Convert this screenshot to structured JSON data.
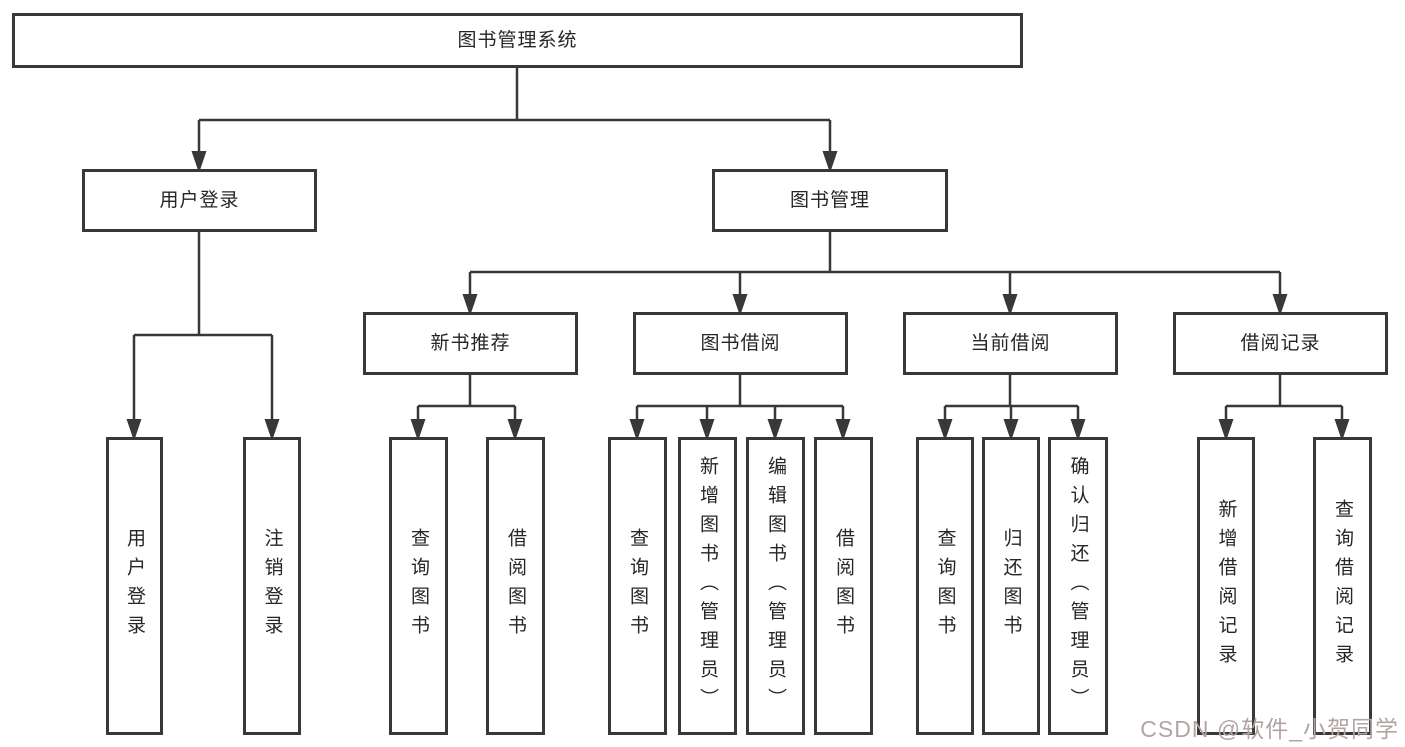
{
  "tree": {
    "root": {
      "label": "图书管理系统"
    },
    "branches": [
      {
        "label": "用户登录",
        "children": [
          {
            "label": "用户登录"
          },
          {
            "label": "注销登录"
          }
        ]
      },
      {
        "label": "图书管理",
        "groups": [
          {
            "label": "新书推荐",
            "children": [
              {
                "label": "查询图书"
              },
              {
                "label": "借阅图书"
              }
            ]
          },
          {
            "label": "图书借阅",
            "children": [
              {
                "label": "查询图书"
              },
              {
                "label": "新增图书（管理员）"
              },
              {
                "label": "编辑图书（管理员）"
              },
              {
                "label": "借阅图书"
              }
            ]
          },
          {
            "label": "当前借阅",
            "children": [
              {
                "label": "查询图书"
              },
              {
                "label": "归还图书"
              },
              {
                "label": "确认归还（管理员）"
              }
            ]
          },
          {
            "label": "借阅记录",
            "children": [
              {
                "label": "新增借阅记录"
              },
              {
                "label": "查询借阅记录"
              }
            ]
          }
        ]
      }
    ]
  },
  "watermark": "CSDN @软件_小贺同学",
  "colors": {
    "line": "#383838",
    "box_border": "#383838",
    "text": "#262626",
    "watermark": "#b3a4a4",
    "background": "#ffffff"
  }
}
